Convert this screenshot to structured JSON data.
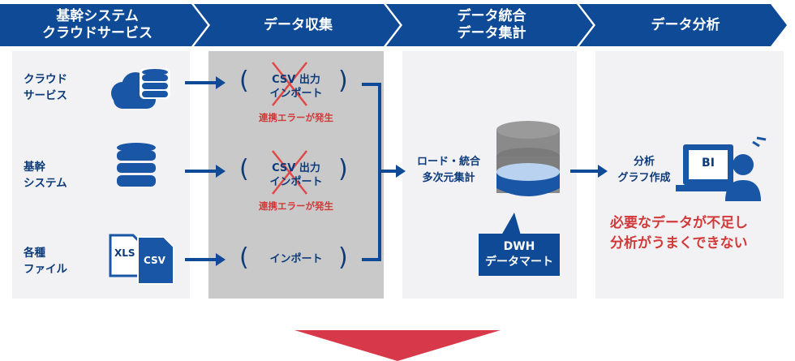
{
  "stages": [
    {
      "label": "基幹システム\nクラウドサービス"
    },
    {
      "label": "データ収集"
    },
    {
      "label": "データ統合\nデータ集計"
    },
    {
      "label": "データ分析"
    }
  ],
  "sources": [
    {
      "label": "クラウド\nサービス",
      "icon": "cloud-database-icon"
    },
    {
      "label": "基幹\nシステム",
      "icon": "database-icon"
    },
    {
      "label": "各種\nファイル",
      "icon": "file-icon",
      "file_tags": [
        "XLS",
        "CSV"
      ]
    }
  ],
  "collection": [
    {
      "text": "CSV 出力\nインポート",
      "error": "連携エラーが発生",
      "failed": true
    },
    {
      "text": "CSV 出力\nインポート",
      "error": "連携エラーが発生",
      "failed": true
    },
    {
      "text": "インポート",
      "failed": false
    }
  ],
  "integration": {
    "label": "ロード・統合\n多次元集計",
    "callout": "DWH\nデータマート"
  },
  "analysis": {
    "label": "分析\nグラフ作成",
    "screen_text": "BI",
    "problem": "必要なデータが不足し\n分析がうまくできない"
  },
  "colors": {
    "brand": "#0e4a96",
    "panel": "#f2f2f4",
    "collection_panel": "#c9c9c9",
    "error": "#d23a3a",
    "down_arrow": "#d8394a"
  }
}
